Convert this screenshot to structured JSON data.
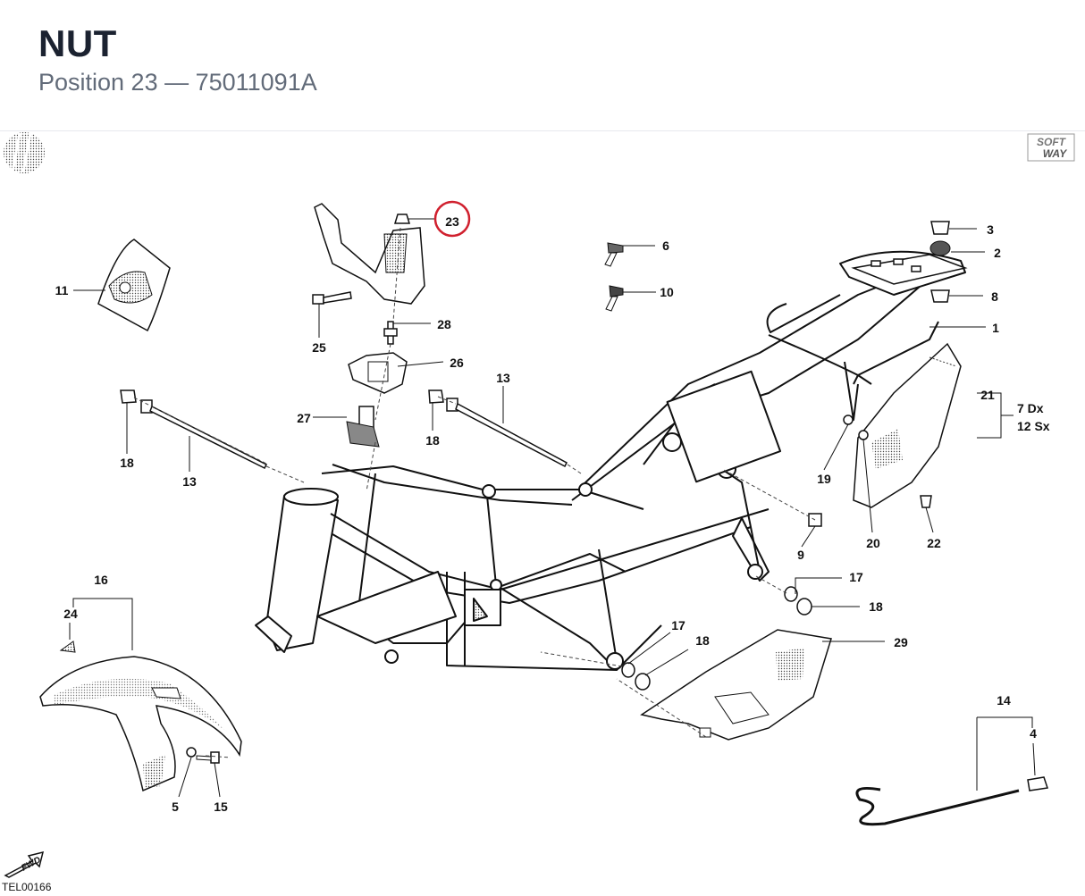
{
  "header": {
    "title": "NUT",
    "subtitle": "Position 23 — 75011091A"
  },
  "diagram": {
    "highlighted": "23",
    "highlight_color": "#d0202e",
    "brand_logo": "SOFT WAY",
    "fwd_label": "FWD",
    "drawing_code": "TEL00166",
    "callouts": {
      "c1": "1",
      "c2": "2",
      "c3": "3",
      "c4": "4",
      "c5": "5",
      "c6": "6",
      "c7dx": "7 Dx",
      "c8": "8",
      "c9": "9",
      "c10": "10",
      "c11": "11",
      "c12sx": "12 Sx",
      "c13a": "13",
      "c13b": "13",
      "c14": "14",
      "c15": "15",
      "c16": "16",
      "c17a": "17",
      "c17b": "17",
      "c18a": "18",
      "c18b": "18",
      "c18c": "18",
      "c18d": "18",
      "c19": "19",
      "c20": "20",
      "c21": "21",
      "c22": "22",
      "c23": "23",
      "c24": "24",
      "c25": "25",
      "c26": "26",
      "c27": "27",
      "c28": "28",
      "c29": "29"
    }
  }
}
